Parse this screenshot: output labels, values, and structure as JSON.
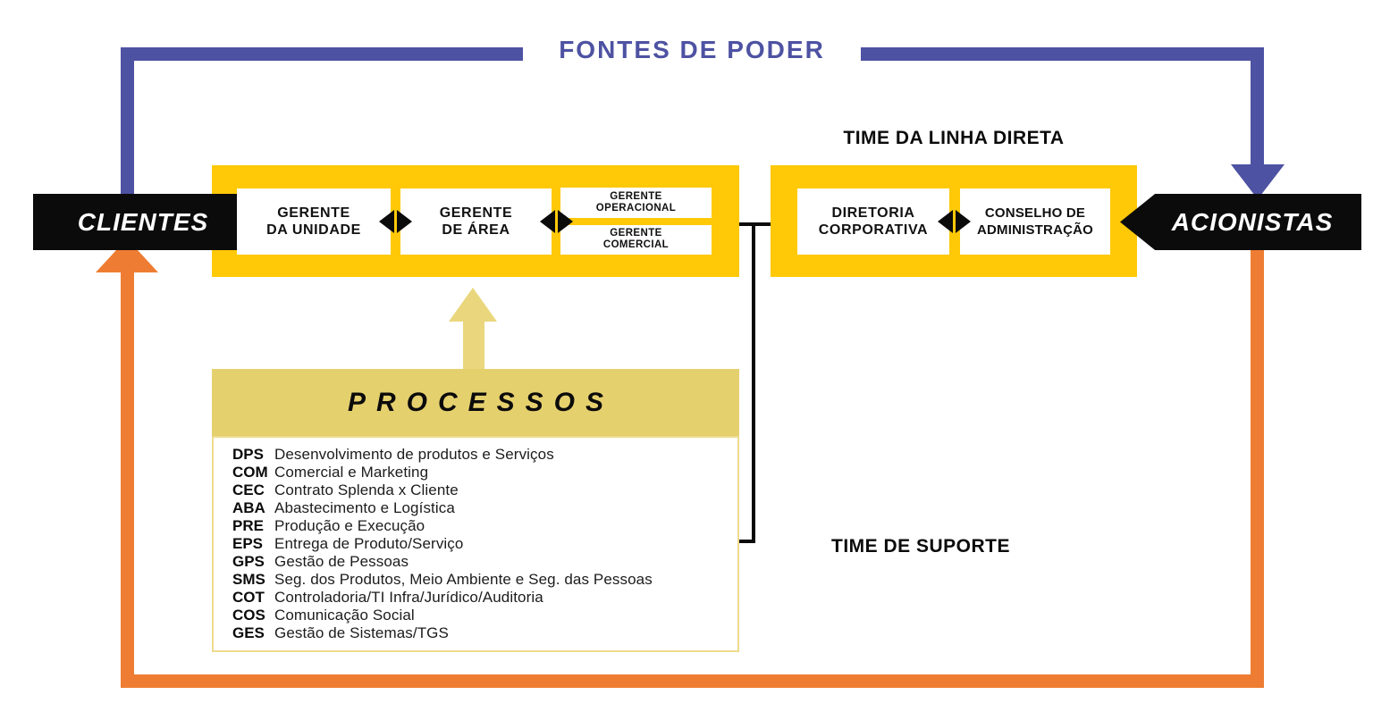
{
  "colors": {
    "yellow": "#FFC907",
    "tan": "#E5D06E",
    "tan_light": "#EAD77D",
    "tan_border": "#EDDB8E",
    "blue": "#4E52A2",
    "orange": "#EE7D33",
    "black": "#0B0B0B"
  },
  "power": {
    "title": "FONTES DE PODER"
  },
  "clientes": {
    "label": "CLIENTES"
  },
  "acionistas": {
    "label": "ACIONISTAS"
  },
  "linha_direta": {
    "label": "TIME DA LINHA DIRETA",
    "boxes": {
      "unidade": {
        "line1": "GERENTE",
        "line2": "DA UNIDADE"
      },
      "area": {
        "line1": "GERENTE",
        "line2": "DE ÁREA"
      },
      "operacional": {
        "line1": "GERENTE",
        "line2": "OPERACIONAL"
      },
      "comercial": {
        "line1": "GERENTE",
        "line2": "COMERCIAL"
      },
      "diretoria": {
        "line1": "DIRETORIA",
        "line2": "CORPORATIVA"
      },
      "conselho": {
        "line1": "CONSELHO DE",
        "line2": "ADMINISTRAÇÃO"
      }
    }
  },
  "processos": {
    "title": "PROCESSOS",
    "items": [
      {
        "code": "DPS",
        "desc": "Desenvolvimento de produtos e Serviços"
      },
      {
        "code": "COM",
        "desc": "Comercial e Marketing"
      },
      {
        "code": "CEC",
        "desc": "Contrato Splenda x Cliente"
      },
      {
        "code": "ABA",
        "desc": "Abastecimento e Logística"
      },
      {
        "code": "PRE",
        "desc": "Produção e Execução"
      },
      {
        "code": "EPS",
        "desc": "Entrega de Produto/Serviço"
      },
      {
        "code": "GPS",
        "desc": "Gestão de Pessoas"
      },
      {
        "code": "SMS",
        "desc": "Seg. dos Produtos, Meio Ambiente e Seg. das Pessoas"
      },
      {
        "code": "COT",
        "desc": "Controladoria/TI Infra/Jurídico/Auditoria"
      },
      {
        "code": "COS",
        "desc": "Comunicação Social"
      },
      {
        "code": "GES",
        "desc": "Gestão de Sistemas/TGS"
      }
    ]
  },
  "suporte": {
    "label": "TIME DE SUPORTE"
  }
}
